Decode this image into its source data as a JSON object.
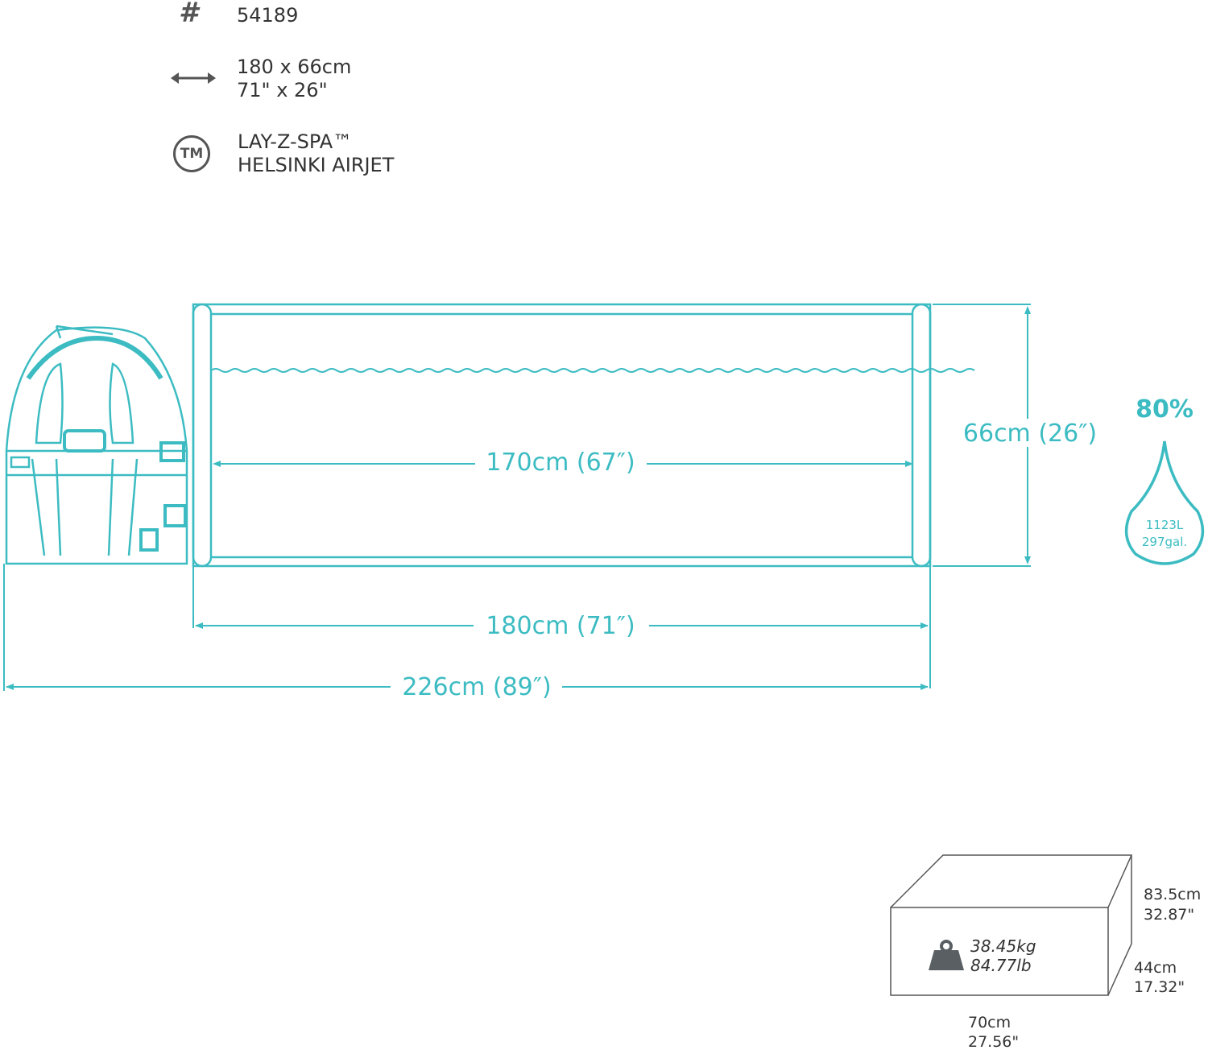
{
  "specs": {
    "model_number": "54189",
    "size_metric": "180 x 66cm",
    "size_imperial": "71\" x 26\"",
    "brand_line1": "LAY-Z-SPA™",
    "brand_line2": "HELSINKI AIRJET",
    "tm_badge": "TM",
    "hash_symbol": "#"
  },
  "dimensions": {
    "inner_length": "170cm (67″)",
    "outer_length": "180cm (71″)",
    "total_length": "226cm (89″)",
    "height": "66cm (26″)"
  },
  "water": {
    "fill_percent_label": "80%",
    "fill_fraction": 0.8,
    "liters": "1123L",
    "gallons": "297gal."
  },
  "package": {
    "weight_kg": "38.45kg",
    "weight_lb": "84.77lb",
    "height_cm": "83.5cm",
    "height_in": "32.87\"",
    "depth_cm": "44cm",
    "depth_in": "17.32\"",
    "width_cm": "70cm",
    "width_in": "27.56\""
  },
  "colors": {
    "accent": "#3cbcc2",
    "text": "#333333",
    "weight_icon": "#5a5f63"
  }
}
